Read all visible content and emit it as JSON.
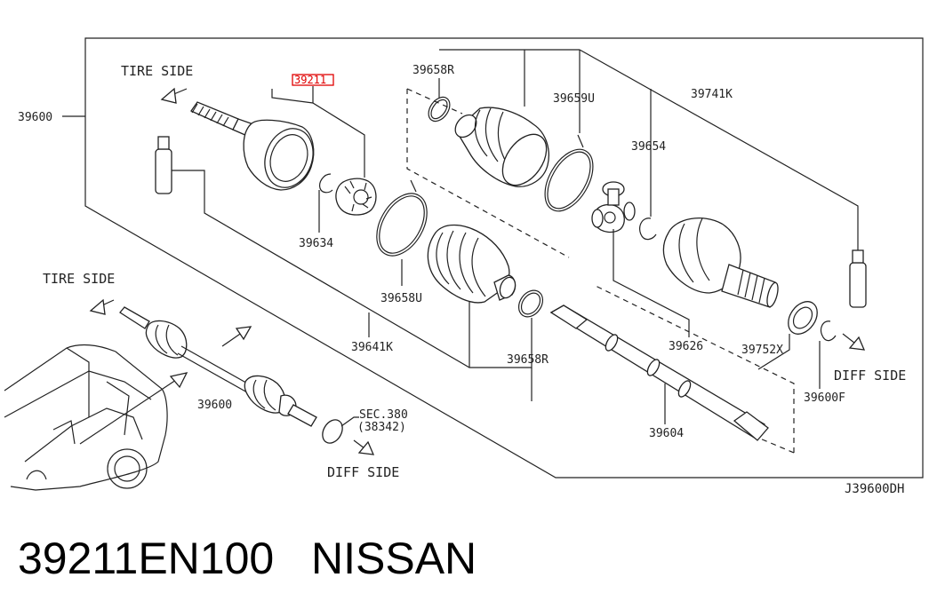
{
  "labels": {
    "l39600": "39600",
    "l39211": "39211",
    "l39658r_top": "39658R",
    "l39659u": "39659U",
    "l39741k": "39741K",
    "l39654": "39654",
    "l39634": "39634",
    "l39658u": "39658U",
    "l39641k": "39641K",
    "l39658r_bot": "39658R",
    "l39626": "39626",
    "l39752x": "39752X",
    "l39600f": "39600F",
    "l39604": "39604",
    "l39600_small": "39600",
    "sec_line1": "SEC.380",
    "sec_line2": "(38342)"
  },
  "sides": {
    "tire_top": "TIRE SIDE",
    "tire_left": "TIRE SIDE",
    "diff_right": "DIFF SIDE",
    "diff_bottom": "DIFF SIDE"
  },
  "diagram_ref": "J39600DH",
  "footer": {
    "part_number": "39211EN100",
    "brand": "NISSAN"
  },
  "colors": {
    "highlight": "#e00000",
    "ink": "#222222"
  }
}
